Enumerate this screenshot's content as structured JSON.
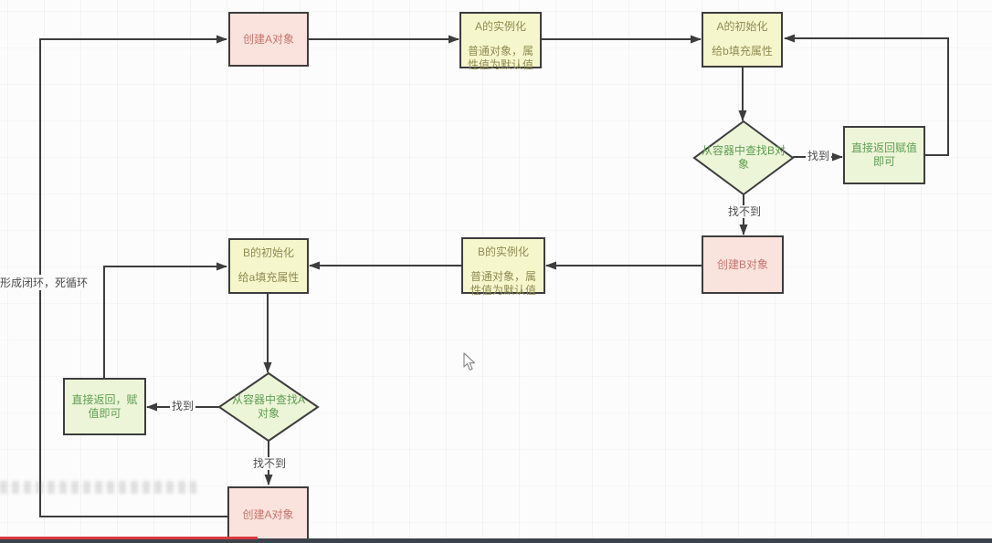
{
  "colors": {
    "pink_fill": "#fbe3dd",
    "pink_text": "#c4766e",
    "yellow_fill": "#f6f6cd",
    "yellow_text": "#8e8c52",
    "green_fill": "#edf5d8",
    "green_text": "#5f9e53",
    "stroke": "#3d3d3d",
    "label_text": "#4c4c4c",
    "canvas_bg": "#fcfcfc",
    "player_bar": "#3d434c",
    "progress_red": "#d93a3e"
  },
  "diagram": {
    "nodes": {
      "create_a_top": "创建A对象",
      "a_instantiation_title": "A的实例化",
      "a_instantiation_body": "普通对象，属性值为默认值",
      "a_initialization_title": "A的初始化",
      "a_initialization_body": "给b填充属性",
      "find_b_decision": "从容器中查找B对象",
      "return_assign_b": "直接返回赋值即可",
      "create_b": "创建B对象",
      "b_instantiation_title": "B的实例化",
      "b_instantiation_body": "普通对象，属性值为默认值",
      "b_initialization_title": "B的初始化",
      "b_initialization_body": "给a填充属性",
      "find_a_decision": "从容器中查找A对象",
      "return_assign_a": "直接返回，赋值即可",
      "create_a_bottom": "创建A对象"
    },
    "edge_labels": {
      "found_b": "找到",
      "not_found_b": "找不到",
      "found_a": "找到",
      "not_found_a": "找不到"
    },
    "annotation": "形成闭环，死循环"
  },
  "player": {
    "progress_percent": 26
  }
}
